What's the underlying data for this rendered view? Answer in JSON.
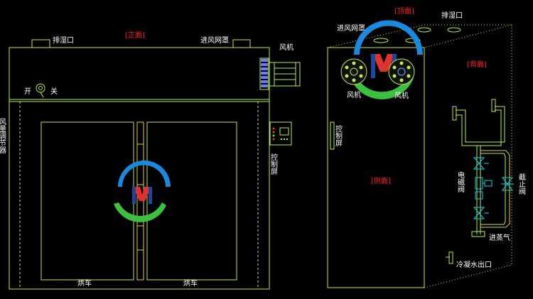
{
  "front": {
    "title": "[正面]",
    "exhaust": "排湿口",
    "intake": "进风网罩",
    "fan": "风机",
    "open": "开",
    "close": "关",
    "damper_side": "风量调节器",
    "control": "控制屏",
    "cart_left": "烘车",
    "cart_right": "烘车"
  },
  "iso": {
    "top": "[顶面]",
    "exhaust": "排湿口",
    "intake": "进风网罩",
    "back": "[背面]",
    "side": "[侧面]",
    "fan_left": "风机",
    "fan_right": "风机",
    "control": "控制屏",
    "solenoid": "电磁阀",
    "stop_valve": "截止阀",
    "steam_in": "进蒸气",
    "condensate_out": "冷凝水出口"
  },
  "colors": {
    "line": "#b8f04a",
    "door": "#f0d020",
    "valve": "#00d8ff",
    "label_red": "#ff2020",
    "label": "#ffffff"
  }
}
